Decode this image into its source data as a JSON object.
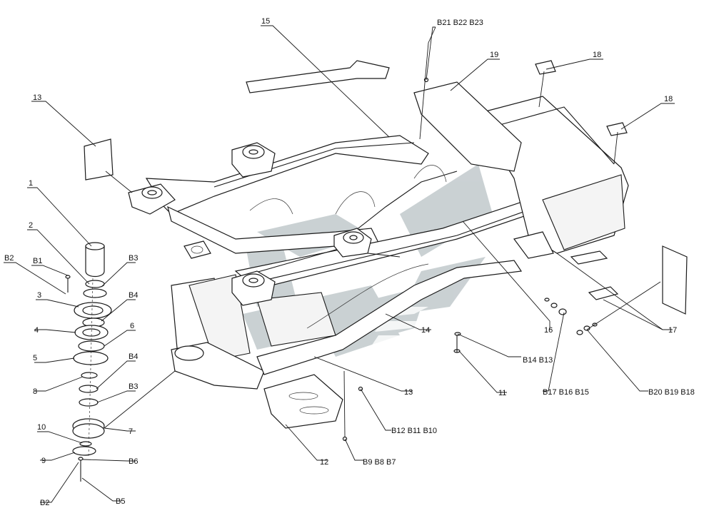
{
  "watermark": {
    "color": "#b9c2c5",
    "name": "logo-watermark"
  },
  "callouts": [
    {
      "id": "c15",
      "text": "15"
    },
    {
      "id": "cB21",
      "text": "B21  B22  B23"
    },
    {
      "id": "c19",
      "text": "19"
    },
    {
      "id": "c18a",
      "text": "18"
    },
    {
      "id": "c18b",
      "text": "18"
    },
    {
      "id": "c13a",
      "text": "13"
    },
    {
      "id": "c1",
      "text": "1"
    },
    {
      "id": "c2",
      "text": "2"
    },
    {
      "id": "cB2a",
      "text": "B2"
    },
    {
      "id": "cB1",
      "text": "B1"
    },
    {
      "id": "cB3a",
      "text": "B3"
    },
    {
      "id": "c3",
      "text": "3"
    },
    {
      "id": "cB4a",
      "text": "B4"
    },
    {
      "id": "c4",
      "text": "4"
    },
    {
      "id": "c6",
      "text": "6"
    },
    {
      "id": "c5",
      "text": "5"
    },
    {
      "id": "c8",
      "text": "8"
    },
    {
      "id": "cB4b",
      "text": "B4"
    },
    {
      "id": "cB3b",
      "text": "B3"
    },
    {
      "id": "c10",
      "text": "10"
    },
    {
      "id": "c7",
      "text": "7"
    },
    {
      "id": "c9",
      "text": "9"
    },
    {
      "id": "cB6",
      "text": "B6"
    },
    {
      "id": "cB2b",
      "text": "B2"
    },
    {
      "id": "cB5",
      "text": "B5"
    },
    {
      "id": "c14",
      "text": "14"
    },
    {
      "id": "c16",
      "text": "16"
    },
    {
      "id": "c17",
      "text": "17"
    },
    {
      "id": "cB14",
      "text": "B14  B13"
    },
    {
      "id": "c11",
      "text": "11"
    },
    {
      "id": "cB17",
      "text": "B17  B16  B15"
    },
    {
      "id": "cB20",
      "text": "B20  B19  B18"
    },
    {
      "id": "c13b",
      "text": "13"
    },
    {
      "id": "cB12",
      "text": "B12  B11  B10"
    },
    {
      "id": "c12",
      "text": "12"
    },
    {
      "id": "cB9",
      "text": "B9  B8  B7"
    }
  ]
}
